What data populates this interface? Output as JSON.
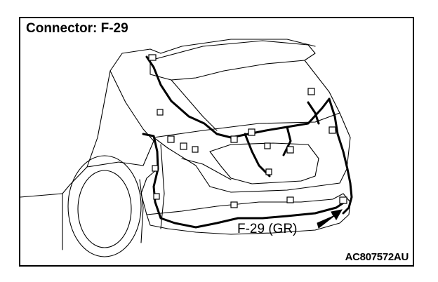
{
  "title": "Connector: F-29",
  "callout_label": "F-29 (GR)",
  "figure_id": "AC807572AU",
  "icons": {
    "arrow": "arrow-icon",
    "connector": "connector-icon"
  }
}
